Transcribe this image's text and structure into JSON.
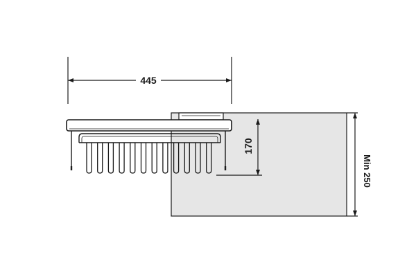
{
  "dimensions": {
    "width_label": "445",
    "height_label": "170",
    "wall_label": "Min 250"
  },
  "colors": {
    "line": "#1a1a1a",
    "wall_fill": "#e6e6e6",
    "background": "#ffffff"
  }
}
